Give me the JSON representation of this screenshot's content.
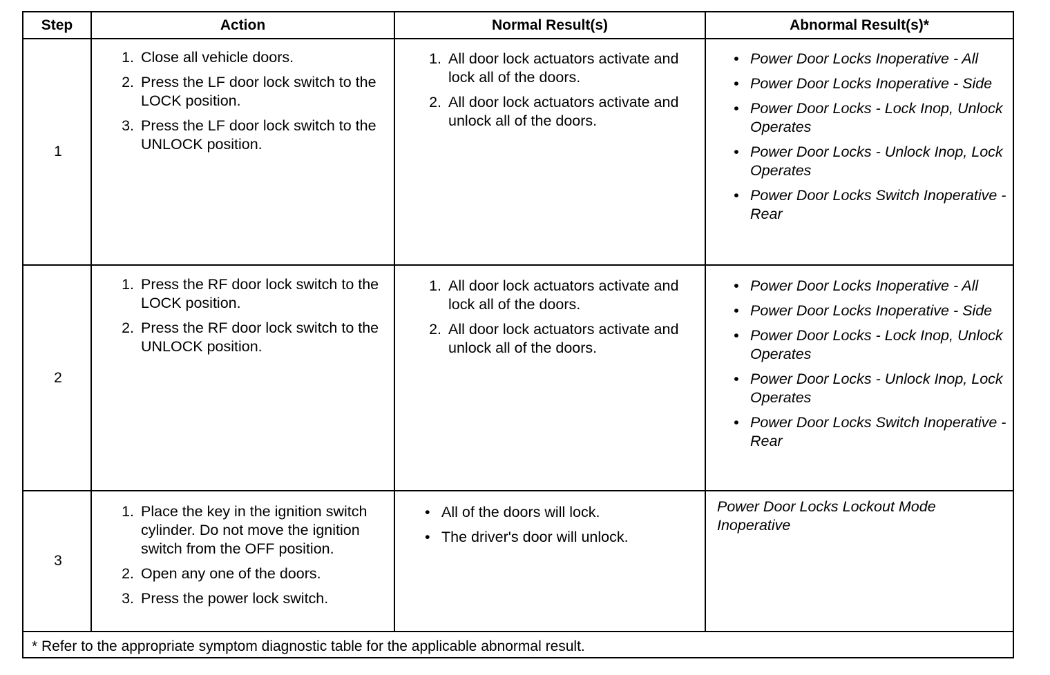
{
  "headers": {
    "step": "Step",
    "action": "Action",
    "normal": "Normal Result(s)",
    "abnormal": "Abnormal Result(s)*"
  },
  "rows": [
    {
      "step": "1",
      "actions": [
        {
          "num": "1.",
          "text": "Close all vehicle doors."
        },
        {
          "num": "2.",
          "text": "Press the LF door lock switch to the LOCK position."
        },
        {
          "num": "3.",
          "text": "Press the LF door lock switch to the UNLOCK position."
        }
      ],
      "normal": [
        {
          "num": "1.",
          "text": "All door lock actuators activate and lock all of the doors."
        },
        {
          "num": "2.",
          "text": "All door lock actuators activate and unlock all of the doors."
        }
      ],
      "abnormal": [
        "Power Door Locks Inoperative - All",
        "Power Door Locks Inoperative - Side",
        "Power Door Locks - Lock Inop, Unlock Operates",
        "Power Door Locks - Unlock Inop, Lock Operates",
        "Power Door Locks Switch Inoperative -Rear"
      ]
    },
    {
      "step": "2",
      "actions": [
        {
          "num": "1.",
          "text": "Press the RF door lock switch to the LOCK position."
        },
        {
          "num": "2.",
          "text": "Press the RF door lock switch to the UNLOCK position."
        }
      ],
      "normal": [
        {
          "num": "1.",
          "text": "All door lock actuators activate and lock all of the doors."
        },
        {
          "num": "2.",
          "text": "All door lock actuators activate and unlock all of the doors."
        }
      ],
      "abnormal": [
        "Power Door Locks Inoperative - All",
        "Power Door Locks Inoperative - Side",
        "Power Door Locks - Lock Inop, Unlock Operates",
        "Power Door Locks - Unlock Inop, Lock Operates",
        "Power Door Locks Switch Inoperative -Rear"
      ]
    },
    {
      "step": "3",
      "actions": [
        {
          "num": "1.",
          "text": "Place the key in the ignition switch cylinder. Do not move the ignition switch from the OFF position."
        },
        {
          "num": "2.",
          "text": "Open any one of the doors."
        },
        {
          "num": "3.",
          "text": "Press the power lock switch."
        }
      ],
      "normal_bullets": [
        "All of the doors will lock.",
        "The driver's door will unlock."
      ],
      "abnormal_text": "Power Door Locks Lockout Mode Inoperative"
    }
  ],
  "footnote": "* Refer to the appropriate symptom diagnostic table for the applicable abnormal result."
}
